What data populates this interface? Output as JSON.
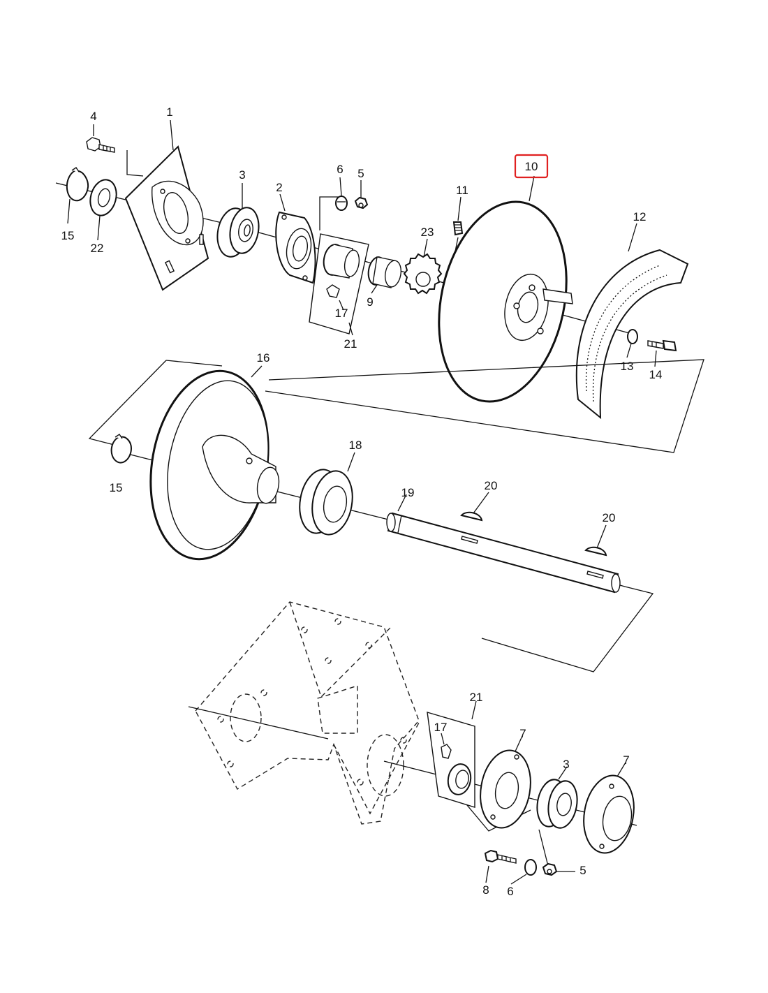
{
  "diagram": {
    "highlighted_part": "10",
    "callouts": [
      {
        "id": "c1",
        "text": "1"
      },
      {
        "id": "c2",
        "text": "2"
      },
      {
        "id": "c3a",
        "text": "3"
      },
      {
        "id": "c4",
        "text": "4"
      },
      {
        "id": "c5a",
        "text": "5"
      },
      {
        "id": "c6a",
        "text": "6"
      },
      {
        "id": "c9",
        "text": "9"
      },
      {
        "id": "c10",
        "text": "10"
      },
      {
        "id": "c11",
        "text": "11"
      },
      {
        "id": "c12",
        "text": "12"
      },
      {
        "id": "c13",
        "text": "13"
      },
      {
        "id": "c14",
        "text": "14"
      },
      {
        "id": "c15a",
        "text": "15"
      },
      {
        "id": "c22",
        "text": "22"
      },
      {
        "id": "c17a",
        "text": "17"
      },
      {
        "id": "c21a",
        "text": "21"
      },
      {
        "id": "c23",
        "text": "23"
      },
      {
        "id": "c16",
        "text": "16"
      },
      {
        "id": "c15b",
        "text": "15"
      },
      {
        "id": "c18",
        "text": "18"
      },
      {
        "id": "c19",
        "text": "19"
      },
      {
        "id": "c20a",
        "text": "20"
      },
      {
        "id": "c20b",
        "text": "20"
      },
      {
        "id": "c21b",
        "text": "21"
      },
      {
        "id": "c17b",
        "text": "17"
      },
      {
        "id": "c7a",
        "text": "7"
      },
      {
        "id": "c3b",
        "text": "3"
      },
      {
        "id": "c7b",
        "text": "7"
      },
      {
        "id": "c8",
        "text": "8"
      },
      {
        "id": "c6b",
        "text": "6"
      },
      {
        "id": "c5b",
        "text": "5"
      }
    ]
  }
}
